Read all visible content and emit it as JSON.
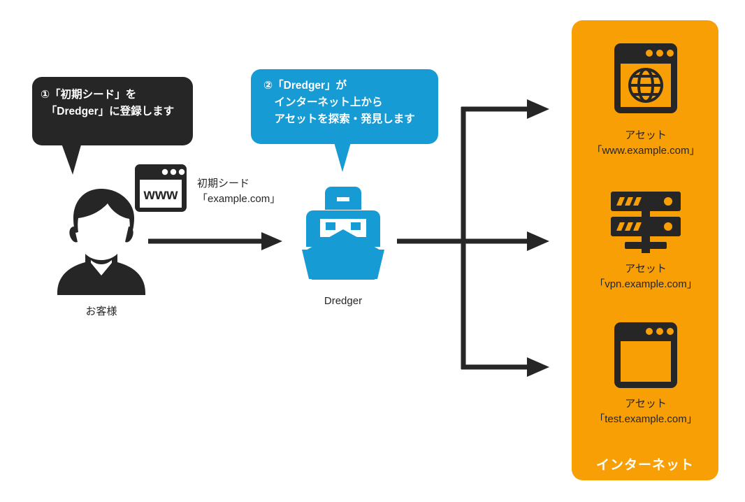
{
  "colors": {
    "ink": "#262626",
    "blue": "#169bd5",
    "orange": "#f99f06",
    "white": "#ffffff"
  },
  "bubbles": [
    {
      "id": "step-1",
      "marker": "①",
      "text": "①「初期シード」を\n　「Dredger」に登録します",
      "style": "dark"
    },
    {
      "id": "step-2",
      "marker": "②",
      "text": "②「Dredger」が\n　インターネット上から\n　アセットを探索・発見します",
      "style": "blue"
    }
  ],
  "left": {
    "customer_label": "お客様",
    "customer_icon": "person-icon",
    "seed_icon": "www-browser-icon",
    "seed_icon_text": "www",
    "seed_label": "初期シード\n「example.com」"
  },
  "middle": {
    "dredger_label": "Dredger",
    "dredger_icon": "ship-icon"
  },
  "internet": {
    "panel_label": "インターネット",
    "assets": [
      {
        "icon": "globe-browser-icon",
        "label": "アセット\n「www.example.com」",
        "kind": "アセット",
        "host": "「www.example.com」"
      },
      {
        "icon": "server-rack-icon",
        "label": "アセット\n「vpn.example.com」",
        "kind": "アセット",
        "host": "「vpn.example.com」"
      },
      {
        "icon": "browser-window-icon",
        "label": "アセット\n「test.example.com」",
        "kind": "アセット",
        "host": "「test.example.com」"
      }
    ]
  },
  "arrows": {
    "seed_to_dredger": "arrow-right",
    "dredger_to_internet": "arrow-branch-right-three"
  }
}
